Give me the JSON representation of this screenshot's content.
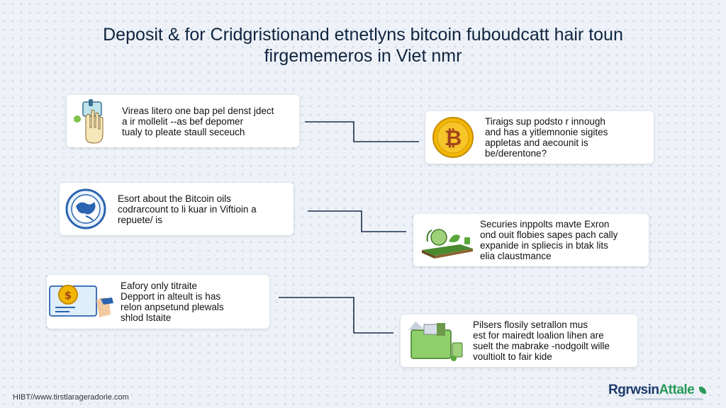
{
  "title": {
    "line1": "Deposit  & for Cridgristionand etnetlyns bitcoin fuboudcatt hair toun",
    "line2": "firgememeros in Viet nmr"
  },
  "cards": {
    "c1": {
      "lines": [
        "Vireas litero one bap pel denst jdect",
        "a ir mollelit --as bef depomer",
        "tualy to pleate staull seceuch"
      ],
      "icon": "hand-cleaning-icon"
    },
    "c2": {
      "lines": [
        "Tiraigs sup podsto r innough",
        "and has a yitlemnonie sigites",
        "appletas and aecounit is",
        "be/derentone?"
      ],
      "icon": "bitcoin-coin-icon"
    },
    "c3": {
      "lines": [
        "Esort about the Bitcoin oils",
        "codrarcount to li kuar in Viftioin a",
        "repuete/ is"
      ],
      "icon": "globe-icon"
    },
    "c4": {
      "lines": [
        "Securies inppolts mavte Exron",
        "ond ouit flobies sapes pach cally",
        "expanide in spliecis in btak lits",
        "elia claustmance"
      ],
      "icon": "plant-tray-icon"
    },
    "c5": {
      "lines": [
        "Eafory only titraite",
        "Depport in alteult is has",
        "relon anpsetund plewals",
        "shlod lstaite"
      ],
      "icon": "coin-card-icon"
    },
    "c6": {
      "lines": [
        "Pilsers flosily setrallon mus",
        "est for mairedt loalion lihen are",
        "suelt the mabrake -nodgoilt wille",
        "voultiolt to fair kide"
      ],
      "icon": "storage-box-icon"
    }
  },
  "footer": {
    "url": "HIBT//www.tirstlarageradorie.com",
    "brand_main": "Rgrwsin",
    "brand_accent": "Attale"
  },
  "colors": {
    "background": "#eef2f8",
    "title": "#10243f",
    "connector": "#1d2e4a",
    "brand": "#1c3a6b",
    "brand_accent": "#2a9a5a",
    "coin_gold": "#f2b705"
  }
}
